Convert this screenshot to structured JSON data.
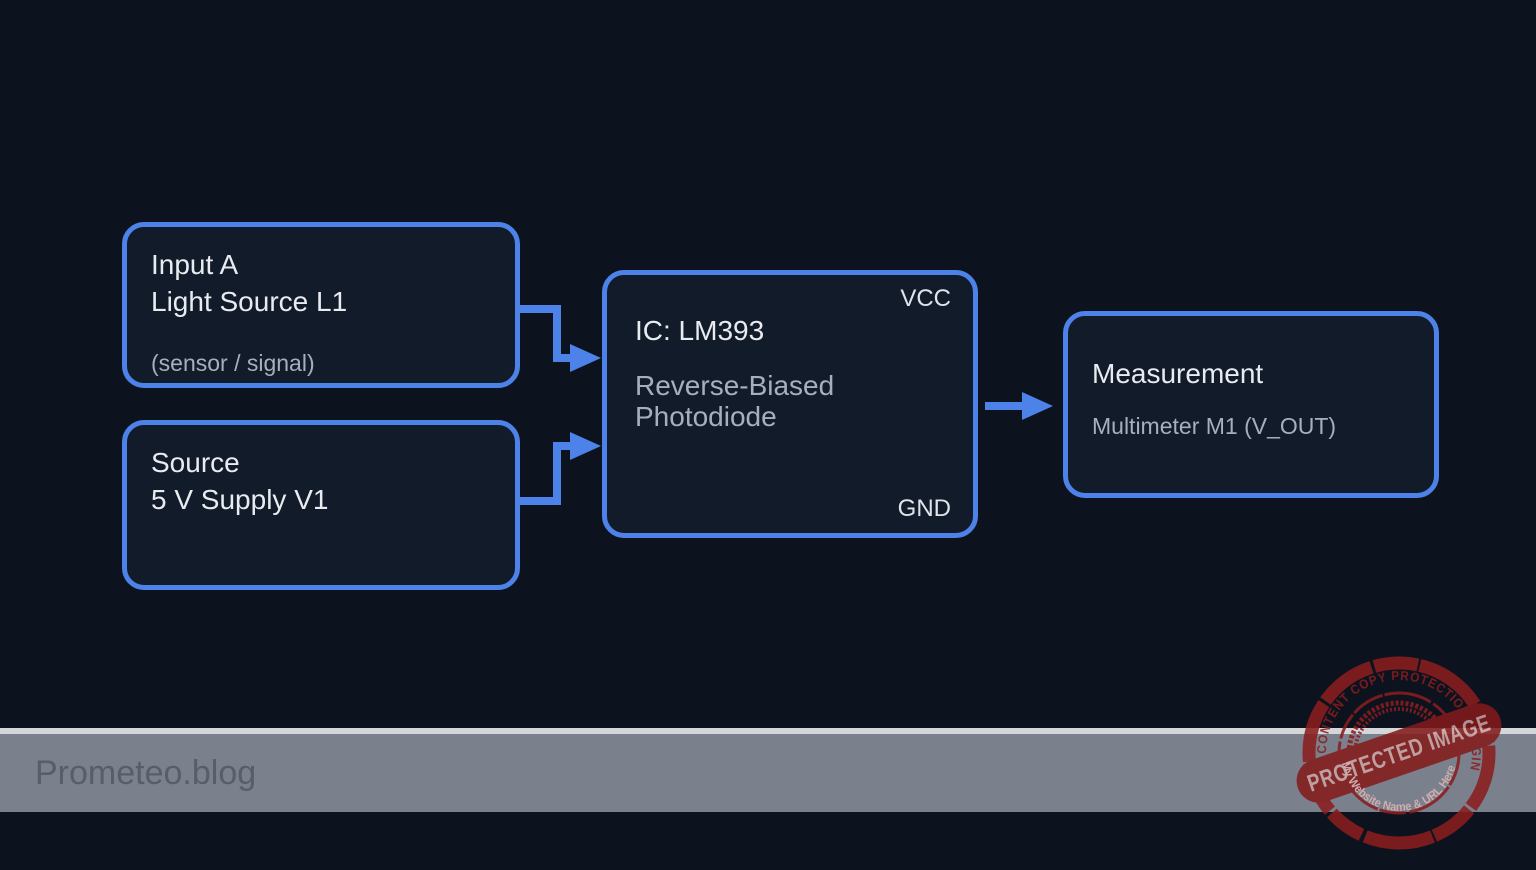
{
  "colors": {
    "background": "#0c131f",
    "box_fill": "#121b2a",
    "accent_blue": "#4d82e8",
    "title_text": "#e8ebf0",
    "muted_text": "#a7afbd",
    "footer_bar": "#7a808c",
    "footer_highlight": "#d4d6da",
    "footer_text": "#575e69",
    "stamp_red": "#8b1d1d"
  },
  "diagram": {
    "nodes": {
      "input": {
        "line1": "Input A",
        "line2": "Light Source L1",
        "subtitle": "(sensor / signal)"
      },
      "source": {
        "line1": "Source",
        "line2": "5 V Supply V1"
      },
      "ic": {
        "pin_top": "VCC",
        "title": "IC: LM393",
        "sub1": "Reverse-Biased",
        "sub2": "Photodiode",
        "pin_bottom": "GND"
      },
      "measurement": {
        "title": "Measurement",
        "subtitle": "Multimeter M1 (V_OUT)"
      }
    },
    "edges": [
      {
        "from": "input",
        "to": "ic"
      },
      {
        "from": "source",
        "to": "ic"
      },
      {
        "from": "ic",
        "to": "measurement"
      }
    ]
  },
  "footer": {
    "brand": "Prometeo.blog"
  },
  "watermark": {
    "ring_text": "WP CONTENT COPY PROTECTION PLUGIN",
    "band_text": "PROTECTED IMAGE",
    "bottom_text": "My Website Name & URL Here"
  }
}
